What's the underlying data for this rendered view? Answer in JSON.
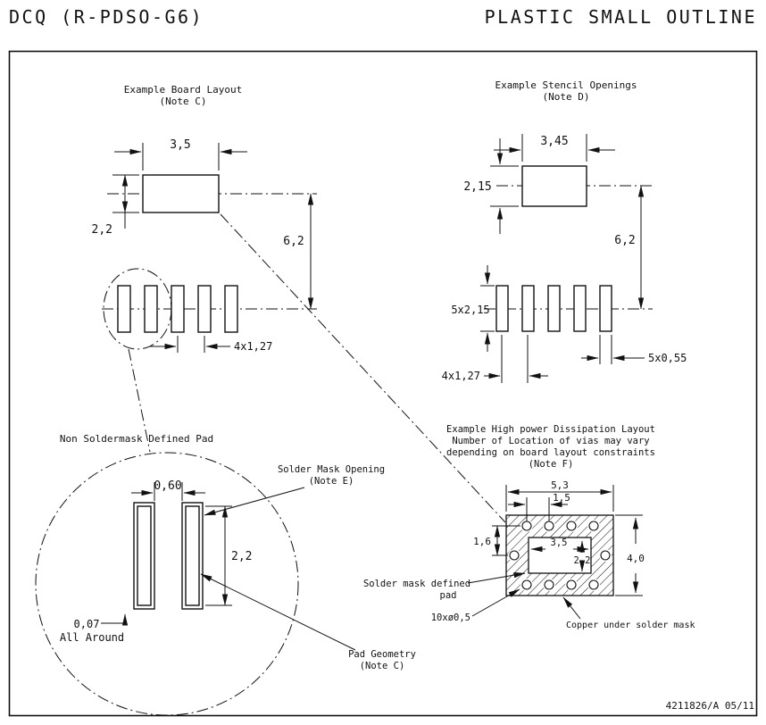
{
  "header": {
    "left": "DCQ (R-PDSO-G6)",
    "right": "PLASTIC SMALL OUTLINE"
  },
  "board": {
    "title": "Example Board Layout",
    "note": "(Note C)",
    "dim_width": "3,5",
    "dim_height": "2,2",
    "dim_span": "6,2",
    "dim_pitch": "4x1,27"
  },
  "stencil": {
    "title": "Example Stencil Openings",
    "note": "(Note D)",
    "dim_width": "3,45",
    "dim_height": "2,15",
    "dim_span": "6,2",
    "dim_pad": "5x2,15",
    "dim_pitch": "4x1,27",
    "dim_opening": "5x0,55"
  },
  "detail": {
    "title": "Non Soldermask Defined Pad",
    "mask_label": "Solder Mask Opening",
    "mask_note": "(Note E)",
    "pad_label": "Pad Geometry",
    "pad_note": "(Note C)",
    "dim_gap": "0,60",
    "dim_height": "2,2",
    "dim_offset": "0,07",
    "offset_note": "All Around"
  },
  "thermal": {
    "title1": "Example High power Dissipation Layout",
    "title2": "Number of Location of vias may vary",
    "title3": "depending on board layout constraints",
    "title4": "(Note F)",
    "dim_width": "5,3",
    "dim_pitch": "1,5",
    "dim_row": "1,6",
    "dim_open_w": "3,5",
    "dim_open_h": "2,2",
    "dim_height": "4,0",
    "via_label": "10xø0,5",
    "mask_label1": "Solder mask defined",
    "mask_label2": "pad",
    "copper_label": "Copper under solder mask"
  },
  "footer": {
    "doc": "4211826/A  05/11"
  }
}
